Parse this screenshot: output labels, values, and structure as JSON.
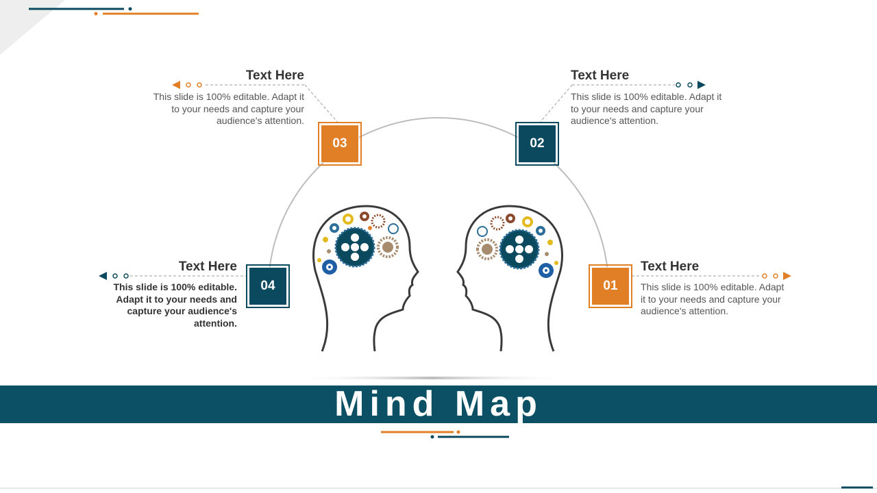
{
  "title": "Mind Map",
  "colors": {
    "orange": "#E07F25",
    "teal": "#0B4A5E",
    "title_bar": "#0B5064"
  },
  "steps": [
    {
      "number": "01",
      "heading": "Text Here",
      "text": "This slide is 100% editable. Adapt it to your needs and capture your audience's attention.",
      "color": "orange"
    },
    {
      "number": "02",
      "heading": "Text Here",
      "text": "This slide is 100% editable. Adapt it to your needs and capture your audience's attention.",
      "color": "teal"
    },
    {
      "number": "03",
      "heading": "Text Here",
      "text": "This slide is 100% editable. Adapt it to your needs and capture your audience's attention.",
      "color": "orange"
    },
    {
      "number": "04",
      "heading": "Text Here",
      "text": "This slide is 100% editable. Adapt it to your needs and capture your audience's attention.",
      "color": "teal"
    }
  ],
  "icons": [
    "head-profile-left-icon",
    "head-profile-right-icon",
    "gear-icon"
  ]
}
